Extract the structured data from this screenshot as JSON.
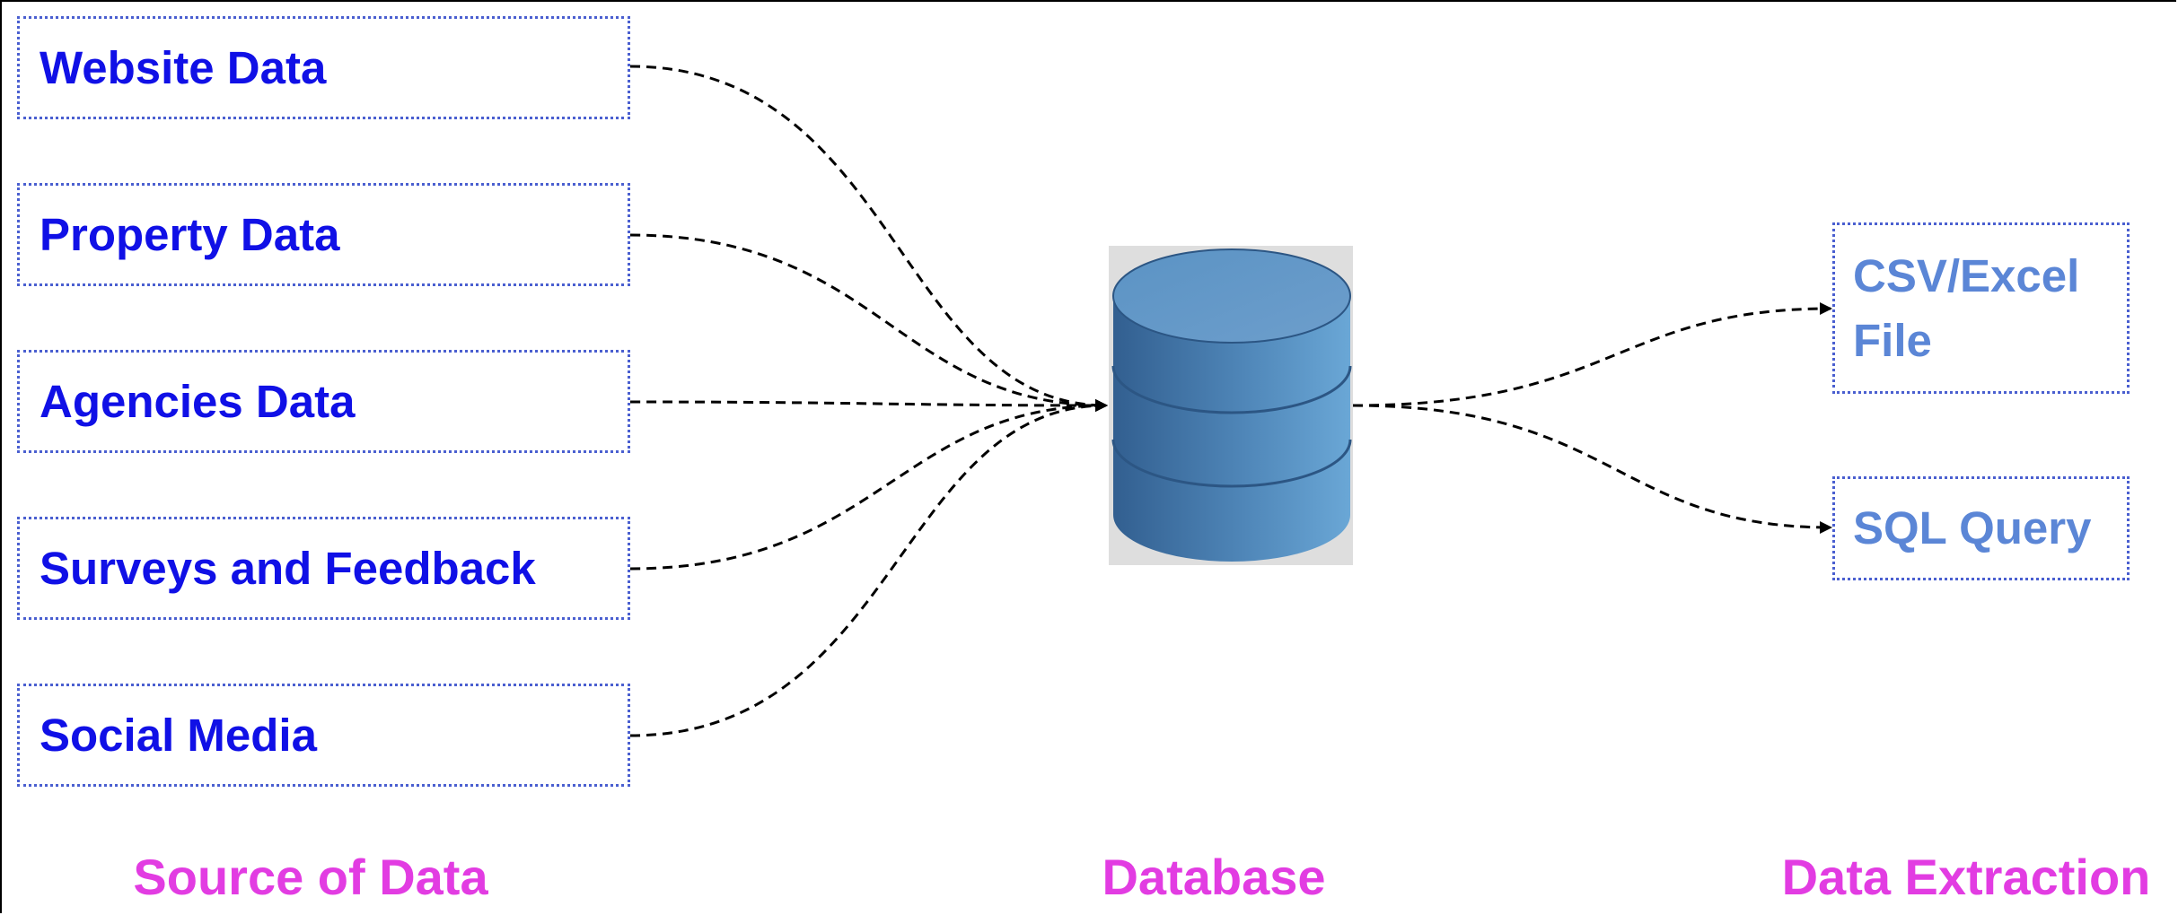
{
  "sources": [
    {
      "label": "Website Data"
    },
    {
      "label": "Property Data"
    },
    {
      "label": "Agencies Data"
    },
    {
      "label": "Surveys and Feedback"
    },
    {
      "label": "Social Media"
    }
  ],
  "outputs": [
    {
      "label": "CSV/Excel File"
    },
    {
      "label": "SQL Query"
    }
  ],
  "columns": {
    "source": "Source of Data",
    "database": "Database",
    "extraction": "Data Extraction"
  },
  "colors": {
    "source_text": "#1010e6",
    "output_text": "#5b86d6",
    "box_border": "#4a5fd0",
    "section_label": "#e23ce2",
    "database_fill": "#4f86b8",
    "connector": "#000000"
  },
  "icons": {
    "database": "database-cylinder-icon",
    "arrow": "arrowhead-icon"
  }
}
